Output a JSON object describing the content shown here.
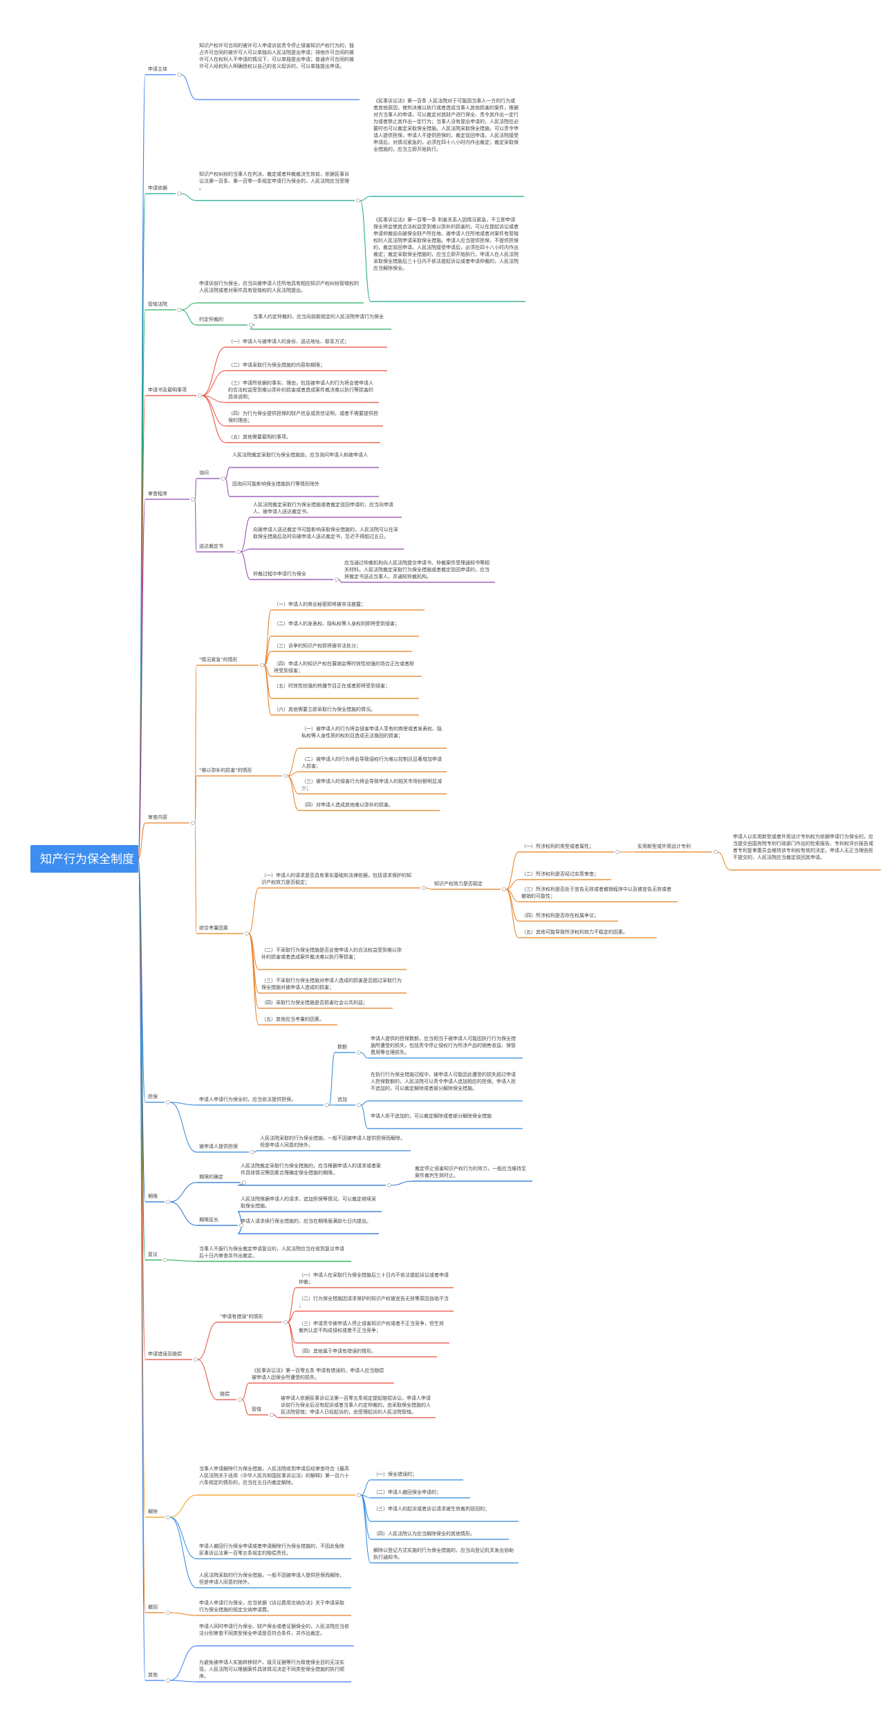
{
  "title": "知产行为保全制度",
  "nodes": [
    {
      "id": "b1",
      "t": "申请主体",
      "c": "#3b7ef4",
      "s": 7
    },
    {
      "id": "b1a",
      "t": "知识产权许可合同的被许可人申请诉前责令停止侵害知识产权行为的，独占许可合同的被许可人可以单独向人民法院提出申请；排他许可合同的被许可人在权利人不申请的情况下，可以单独提出申请；普通许可合同的被许可人经权利人明确授权以自己的名义起诉的，可以单独提出申请。",
      "c": "#3b7ef4",
      "s": 7
    },
    {
      "id": "b2",
      "t": "申请依据",
      "c": "#17a589",
      "s": 7
    },
    {
      "id": "b2a",
      "t": "知识产权纠纷的当事人在判决、裁定或者仲裁裁决生效前，依据民事诉讼法第一百条、第一百零一条规定申请行为保全的，人民法院应当受理。",
      "c": "#17a589",
      "s": 7
    },
    {
      "id": "b2a1",
      "t": "《民事诉讼法》第一百条 人民法院对于可能因当事人一方的行为或者其他原因，使判决难以执行或者造成当事人其他损害的案件，根据对方当事人的申请，可以裁定对其财产进行保全、责令其作出一定行为或者禁止其作出一定行为；当事人没有提出申请的，人民法院在必要时也可以裁定采取保全措施。人民法院采取保全措施，可以责令申请人提供担保，申请人不提供担保的，裁定驳回申请。人民法院接受申请后，对情况紧急的，必须在四十八小时内作出裁定；裁定采取保全措施的，应当立即开始执行。",
      "c": "#17a589",
      "s": 7
    },
    {
      "id": "b2a2",
      "t": "《民事诉讼法》第一百零一条 利害关系人因情况紧急，不立即申请保全将会使其合法权益受到难以弥补的损害的，可以在提起诉讼或者申请仲裁前向被保全财产所在地、被申请人住所地或者对案件有管辖权的人民法院申请采取保全措施。申请人应当提供担保，不提供担保的，裁定驳回申请。人民法院接受申请后，必须在四十八小时内作出裁定；裁定采取保全措施的，应当立即开始执行。申请人在人民法院采取保全措施后三十日内不依法提起诉讼或者申请仲裁的，人民法院应当解除保全。",
      "c": "#17a589",
      "s": 7
    },
    {
      "id": "b3",
      "t": "管辖法院",
      "c": "#27ae60",
      "s": 7
    },
    {
      "id": "b3a",
      "t": "申请诉前行为保全，应当向被申请人住所地具有相应知识产权纠纷管辖权的人民法院或者对案件具有管辖权的人民法院提出。",
      "c": "#27ae60",
      "s": 7
    },
    {
      "id": "b3b",
      "t": "约定仲裁的",
      "c": "#27ae60",
      "s": 7
    },
    {
      "id": "b3b1",
      "t": "当事人约定仲裁的，应当向前款规定的人民法院申请行为保全。",
      "c": "#27ae60",
      "s": 7
    },
    {
      "id": "b4",
      "t": "申请书及载明事项",
      "c": "#e74c3c",
      "s": 7
    },
    {
      "id": "b4a",
      "t": "（一）申请人与被申请人的身份、送达地址、联系方式；",
      "c": "#e74c3c",
      "s": 7
    },
    {
      "id": "b4b",
      "t": "（二）申请采取行为保全措施的内容和期限；",
      "c": "#e74c3c",
      "s": 7
    },
    {
      "id": "b4c",
      "t": "（三）申请所依据的事实、理由，包括被申请人的行为将会使申请人的合法权益受到难以弥补的损害或者造成案件裁决难以执行等损害的具体说明；",
      "c": "#e74c3c",
      "s": 7
    },
    {
      "id": "b4d",
      "t": "（四）为行为保全提供担保的财产信息或资信证明，或者不需要提供担保的理由；",
      "c": "#e74c3c",
      "s": 7
    },
    {
      "id": "b4e",
      "t": "（五）其他需要载明的事项。",
      "c": "#e74c3c",
      "s": 7
    },
    {
      "id": "b5",
      "t": "审查程序",
      "c": "#8e44ad",
      "s": 7
    },
    {
      "id": "b5a",
      "t": "询问",
      "c": "#8e44ad",
      "s": 7
    },
    {
      "id": "b5a1",
      "t": "人民法院裁定采取行为保全措施前，应当询问申请人和被申请人",
      "c": "#8e44ad",
      "s": 7
    },
    {
      "id": "b5a2",
      "t": "因询问可能影响保全措施执行等情形除外",
      "c": "#8e44ad",
      "s": 7
    },
    {
      "id": "b5b",
      "t": "送达裁定书",
      "c": "#8e44ad",
      "s": 7
    },
    {
      "id": "b5b1",
      "t": "人民法院裁定采取行为保全措施或者裁定驳回申请的，应当向申请人、被申请人送达裁定书。",
      "c": "#8e44ad",
      "s": 7
    },
    {
      "id": "b5b2",
      "t": "向被申请人送达裁定书可能影响采取保全措施的，人民法院可以在采取保全措施后及时向被申请人送达裁定书，至迟不得超过五日。",
      "c": "#8e44ad",
      "s": 7
    },
    {
      "id": "b5b3",
      "t": "仲裁过程中申请行为保全",
      "c": "#8e44ad",
      "s": 7
    },
    {
      "id": "b5b3a",
      "t": "应当通过仲裁机构向人民法院提交申请书、仲裁案件受理通知书等相关材料。人民法院裁定采取行为保全措施或者裁定驳回申请的，应当将裁定书送达当事人，并通知仲裁机构。",
      "c": "#8e44ad",
      "s": 7
    },
    {
      "id": "b6",
      "t": "审查内容",
      "c": "#e67e22",
      "s": 7
    },
    {
      "id": "b6a",
      "t": "\"情况紧急\"的情形",
      "c": "#e67e22",
      "s": 7
    },
    {
      "id": "b6a1",
      "t": "（一）申请人的商业秘密即将被非法披露；",
      "c": "#e67e22",
      "s": 7
    },
    {
      "id": "b6a2",
      "t": "（二）申请人的发表权、隐私权等人身权利即将受到侵害；",
      "c": "#e67e22",
      "s": 7
    },
    {
      "id": "b6a3",
      "t": "（三）诉争的知识产权即将被非法处分；",
      "c": "#e67e22",
      "s": 7
    },
    {
      "id": "b6a4",
      "t": "（四）申请人的知识产权在展销会等时效性较强的场合正在或者即将受到侵害；",
      "c": "#e67e22",
      "s": 7
    },
    {
      "id": "b6a5",
      "t": "（五）时效性较强的热播节目正在或者即将受到侵害；",
      "c": "#e67e22",
      "s": 7
    },
    {
      "id": "b6a6",
      "t": "（六）其他需要立即采取行为保全措施的情况。",
      "c": "#e67e22",
      "s": 7
    },
    {
      "id": "b6b",
      "t": "\"难以弥补的损害\"的情形",
      "c": "#e67e22",
      "s": 7
    },
    {
      "id": "b6b1",
      "t": "（一）被申请人的行为将会侵害申请人享有的商誉或者发表权、隐私权等人身性质的权利且造成无法挽回的损害；",
      "c": "#e67e22",
      "s": 7
    },
    {
      "id": "b6b2",
      "t": "（二）被申请人的行为将会导致侵权行为难以控制且显著增加申请人损害；",
      "c": "#e67e22",
      "s": 7
    },
    {
      "id": "b6b3",
      "t": "（三）被申请人的侵害行为将会导致申请人的相关市场份额明显减少；",
      "c": "#e67e22",
      "s": 7
    },
    {
      "id": "b6b4",
      "t": "（四）对申请人造成其他难以弥补的损害。",
      "c": "#e67e22",
      "s": 7
    },
    {
      "id": "b6c",
      "t": "综合考量因素",
      "c": "#e67e22",
      "s": 7
    },
    {
      "id": "b6c1",
      "t": "（一）申请人的请求是否具有事实基础和法律依据，包括请求保护的知识产权效力是否稳定；",
      "c": "#e67e22",
      "s": 7
    },
    {
      "id": "b6c1a",
      "t": "知识产权效力是否稳定",
      "c": "#e67e22",
      "s": 7
    },
    {
      "id": "b6c1a1",
      "t": "（一）所涉权利的类型或者属性；",
      "c": "#e67e22",
      "s": 7
    },
    {
      "id": "b6c1a1a",
      "t": "实用新型或外观设计专利",
      "c": "#e67e22",
      "s": 7
    },
    {
      "id": "b6c1a1a1",
      "t": "申请人以实用新型或者外观设计专利权为依据申请行为保全的，应当提交由国务院专利行政部门作出的检索报告、专利权评价报告或者专利复审委员会维持该专利权有效的决定。申请人无正当理由拒不提交的，人民法院应当裁定驳回其申请。",
      "c": "#e67e22",
      "s": 7
    },
    {
      "id": "b6c1a2",
      "t": "（二）所涉权利是否经过实质审查；",
      "c": "#e67e22",
      "s": 7
    },
    {
      "id": "b6c1a3",
      "t": "（三）所涉权利是否处于宣告无效或者撤销程序中以及被宣告无效或者撤销的可能性；",
      "c": "#e67e22",
      "s": 7
    },
    {
      "id": "b6c1a4",
      "t": "（四）所涉权利是否存在权属争议；",
      "c": "#e67e22",
      "s": 7
    },
    {
      "id": "b6c1a5",
      "t": "（五）其他可能导致所涉权利效力不稳定的因素。",
      "c": "#e67e22",
      "s": 7
    },
    {
      "id": "b6c2",
      "t": "（二）不采取行为保全措施是否会使申请人的合法权益受到难以弥补的损害或者造成案件裁决难以执行等损害；",
      "c": "#e67e22",
      "s": 7
    },
    {
      "id": "b6c3",
      "t": "（三）不采取行为保全措施对申请人造成的损害是否超过采取行为保全措施对被申请人造成的损害；",
      "c": "#e67e22",
      "s": 7
    },
    {
      "id": "b6c4",
      "t": "（四）采取行为保全措施是否损害社会公共利益；",
      "c": "#e67e22",
      "s": 7
    },
    {
      "id": "b6c5",
      "t": "（五）其他应当考量的因素。",
      "c": "#e67e22",
      "s": 7
    },
    {
      "id": "b7",
      "t": "担保",
      "c": "#2e86de",
      "s": 7
    },
    {
      "id": "b7a",
      "t": "申请人申请行为保全的，应当依法提供担保。",
      "c": "#2e86de",
      "s": 7
    },
    {
      "id": "b7a1",
      "t": "数额",
      "c": "#2e86de",
      "s": 7
    },
    {
      "id": "b7a1a",
      "t": "申请人提供的担保数额，应当相当于被申请人可能因执行行为保全措施所遭受的损失，包括责令停止侵权行为所涉产品的销售收益、保管费用等合理损失。",
      "c": "#2e86de",
      "s": 7
    },
    {
      "id": "b7a2",
      "t": "追加",
      "c": "#2e86de",
      "s": 7
    },
    {
      "id": "b7a2a",
      "t": "在执行行为保全措施过程中，被申请人可能因此遭受的损失超过申请人担保数额的，人民法院可以责令申请人追加相应的担保。申请人拒不追加的，可以裁定解除或者部分解除保全措施。",
      "c": "#2e86de",
      "s": 7
    },
    {
      "id": "b7a2b",
      "t": "申请人拒不追加的，可以裁定解除或者部分解除保全措施",
      "c": "#2e86de",
      "s": 7
    },
    {
      "id": "b7b",
      "t": "被申请人提供担保",
      "c": "#2e86de",
      "s": 7
    },
    {
      "id": "b7b1",
      "t": "人民法院采取的行为保全措施，一般不因被申请人提供担保而解除，但是申请人同意的除外。",
      "c": "#2e86de",
      "s": 7
    },
    {
      "id": "b8",
      "t": "期限",
      "c": "#1f6fd1",
      "s": 7
    },
    {
      "id": "b8a",
      "t": "期限的确定",
      "c": "#1f6fd1",
      "s": 7
    },
    {
      "id": "b8a1",
      "t": "人民法院裁定采取行为保全措施的，应当根据申请人的请求或者案件具体情况等因素合理确定保全措施的期限。",
      "c": "#1f6fd1",
      "s": 7
    },
    {
      "id": "b8a1a",
      "t": "裁定停止侵害知识产权行为的效力，一般应当维持至案件裁判生效时止。",
      "c": "#1f6fd1",
      "s": 7
    },
    {
      "id": "b8b",
      "t": "期限延长",
      "c": "#1f6fd1",
      "s": 7
    },
    {
      "id": "b8b1",
      "t": "人民法院根据申请人的请求、追加担保等情况，可以裁定继续采取保全措施。",
      "c": "#1f6fd1",
      "s": 7
    },
    {
      "id": "b8b2",
      "t": "申请人请求续行保全措施的，应当在期限届满前七日内提出。",
      "c": "#1f6fd1",
      "s": 7
    },
    {
      "id": "b9",
      "t": "复议",
      "c": "#16a34a",
      "s": 7
    },
    {
      "id": "b9a",
      "t": "当事人不服行为保全裁定申请复议的，人民法院应当在收到复议申请后十日内审查并作出裁定。",
      "c": "#16a34a",
      "s": 7
    },
    {
      "id": "b10",
      "t": "申请错误及赔偿",
      "c": "#e74c3c",
      "s": 7
    },
    {
      "id": "b10a",
      "t": "\"申请有错误\"的情形",
      "c": "#e74c3c",
      "s": 7
    },
    {
      "id": "b10a1",
      "t": "（一）申请人在采取行为保全措施后三十日内不依法提起诉讼或者申请仲裁；",
      "c": "#e74c3c",
      "s": 7
    },
    {
      "id": "b10a2",
      "t": "（二）行为保全措施因请求保护的知识产权被宣告无效等原因自始不当；",
      "c": "#e74c3c",
      "s": 7
    },
    {
      "id": "b10a3",
      "t": "（三）申请责令被申请人停止侵害知识产权或者不正当竞争，但生效裁判认定不构成侵权或者不正当竞争；",
      "c": "#e74c3c",
      "s": 7
    },
    {
      "id": "b10a4",
      "t": "（四）其他属于申请有错误的情形。",
      "c": "#e74c3c",
      "s": 7
    },
    {
      "id": "b10b",
      "t": "赔偿",
      "c": "#e74c3c",
      "s": 7
    },
    {
      "id": "b10b1",
      "t": "《民事诉讼法》第一百零五条 申请有错误的，申请人应当赔偿被申请人因保全所遭受的损失。",
      "c": "#e74c3c",
      "s": 7
    },
    {
      "id": "b10b2",
      "t": "管辖",
      "c": "#e74c3c",
      "s": 7
    },
    {
      "id": "b10b2a",
      "t": "被申请人依据民事诉讼法第一百零五条规定提起赔偿诉讼，申请人申请诉前行为保全后没有起诉或者当事人约定仲裁的，由采取保全措施的人民法院管辖；申请人已经起诉的，由受理起诉的人民法院管辖。",
      "c": "#e74c3c",
      "s": 7
    },
    {
      "id": "b11",
      "t": "解除",
      "c": "#f39c12",
      "s": 7
    },
    {
      "id": "b11a",
      "t": "当事人申请解除行为保全措施，人民法院收到申请后经审查符合《最高人民法院关于适用〈中华人民共和国民事诉讼法〉的解释》第一百六十六条规定的情形的，应当在五日内裁定解除。",
      "c": "#f39c12",
      "s": 7
    },
    {
      "id": "b11a1",
      "t": "（一）保全错误的；",
      "c": "#2e86de",
      "s": 7
    },
    {
      "id": "b11a2",
      "t": "（二）申请人撤回保全申请的；",
      "c": "#2e86de",
      "s": 7
    },
    {
      "id": "b11a3",
      "t": "（三）申请人的起诉或者诉讼请求被生效裁判驳回的；",
      "c": "#2e86de",
      "s": 7
    },
    {
      "id": "b11a4",
      "t": "（四）人民法院认为应当解除保全的其他情形。",
      "c": "#2e86de",
      "s": 7
    },
    {
      "id": "b11a5",
      "t": "解除以登记方式实施的行为保全措施的，应当向登记机关发出协助执行通知书。",
      "c": "#2e86de",
      "s": 7
    },
    {
      "id": "b11b",
      "t": "申请人撤回行为保全申请或者申请解除行为保全措施的，不因此免除民事诉讼法第一百零五条规定的赔偿责任。",
      "c": "#2e86de",
      "s": 7
    },
    {
      "id": "b11c",
      "t": "人民法院采取的行为保全措施，一般不因被申请人提供担保而解除，但是申请人同意的除外。",
      "c": "#2e86de",
      "s": 7
    },
    {
      "id": "b12",
      "t": "撤回",
      "c": "#e67e22",
      "s": 7
    },
    {
      "id": "b12a",
      "t": "申请人申请行为保全，应当依据《诉讼费用交纳办法》关于申请采取行为保全措施的规定交纳申请费。",
      "c": "#e67e22",
      "s": 7
    },
    {
      "id": "b13",
      "t": "其他",
      "c": "#3b7ef4",
      "s": 7
    },
    {
      "id": "b13a",
      "t": "申请人同时申请行为保全、财产保全或者证据保全的，人民法院应当依法分别审查不同类型保全申请是否符合条件，并作出裁定。",
      "c": "#3b7ef4",
      "s": 7
    },
    {
      "id": "b13b",
      "t": "为避免被申请人实施转移财产、毁灭证据等行为致使保全目的无法实现，人民法院可以根据案件具体情况决定不同类型保全措施的执行顺序。",
      "c": "#3b7ef4",
      "s": 7
    }
  ]
}
